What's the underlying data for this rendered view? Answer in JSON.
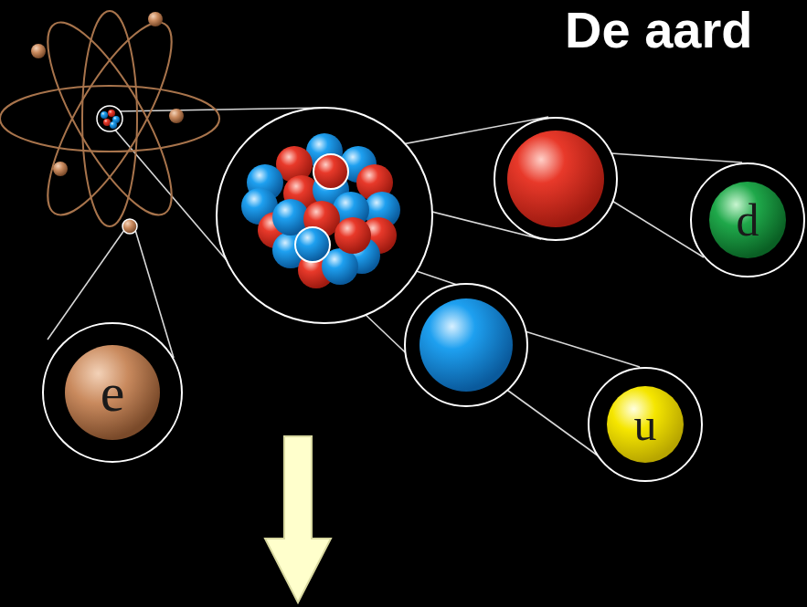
{
  "diagram": {
    "title": "De aard",
    "nodes": [
      {
        "text": [
          "d"
        ]
      },
      {
        "text": [
          "e"
        ]
      },
      {
        "text": [
          "u"
        ]
      }
    ]
  }
}
